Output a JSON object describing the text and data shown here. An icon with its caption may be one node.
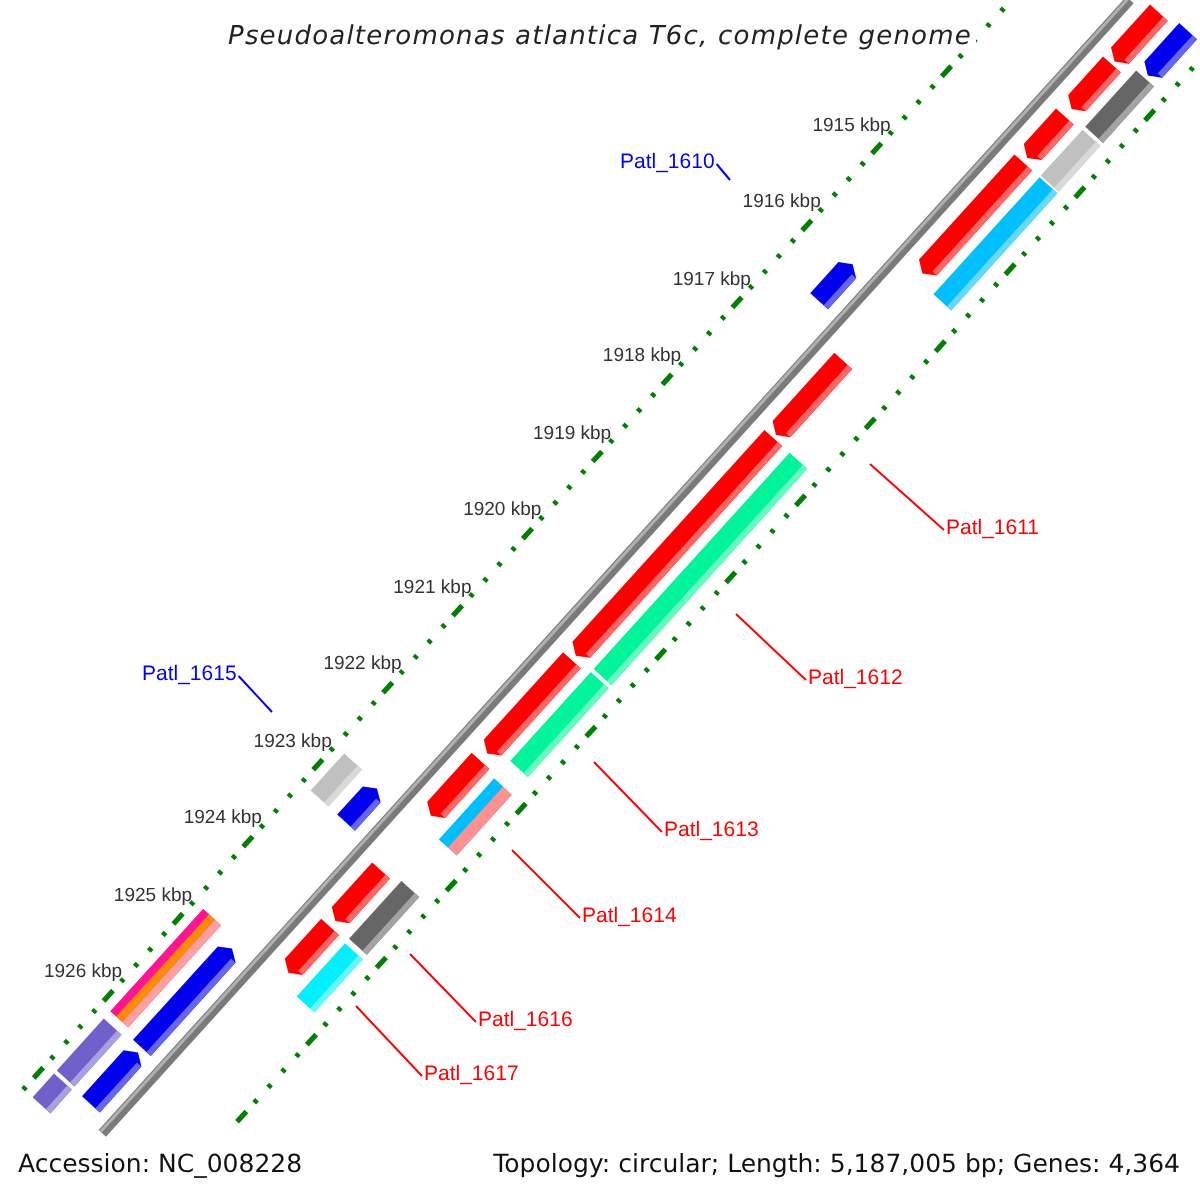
{
  "diagram": {
    "title": "Pseudoalteromonas atlantica T6c, complete genome",
    "nodes": [
      {
        "text": [
          "Patl_1610"
        ]
      },
      {
        "text": [
          "Patl_1611"
        ]
      },
      {
        "text": [
          "Patl_1612"
        ]
      },
      {
        "text": [
          "Patl_1615"
        ]
      },
      {
        "text": [
          "Patl_1613"
        ]
      },
      {
        "text": [
          "Patl_1614"
        ]
      },
      {
        "text": [
          "Patl_1616"
        ]
      },
      {
        "text": [
          "Patl_1617"
        ]
      }
    ],
    "edges": [
      {
        "from": 0,
        "to": null,
        "arrow": "none",
        "color": "#0000ff"
      },
      {
        "from": 1,
        "to": null,
        "arrow": "none"
      },
      {
        "from": 2,
        "to": null,
        "arrow": "none"
      },
      {
        "from": 3,
        "to": null,
        "arrow": "none",
        "color": "#0000ff"
      },
      {
        "from": 4,
        "to": null,
        "arrow": "none"
      },
      {
        "from": 5,
        "to": null,
        "arrow": "none"
      },
      {
        "from": 6,
        "to": null,
        "arrow": "none"
      },
      {
        "from": 7,
        "to": null,
        "arrow": "none"
      }
    ],
    "labels": [
      "1915 kbp",
      "1916 kbp",
      "1917 kbp",
      "1918 kbp",
      "1919 kbp",
      "1920 kbp",
      "1921 kbp",
      "1922 kbp",
      "1923 kbp",
      "1924 kbp",
      "1925 kbp",
      "1926 kbp",
      "Accession: NC_008228",
      "Topology: circular; Length: 5,187,005 bp; Genes: 4,364"
    ]
  }
}
